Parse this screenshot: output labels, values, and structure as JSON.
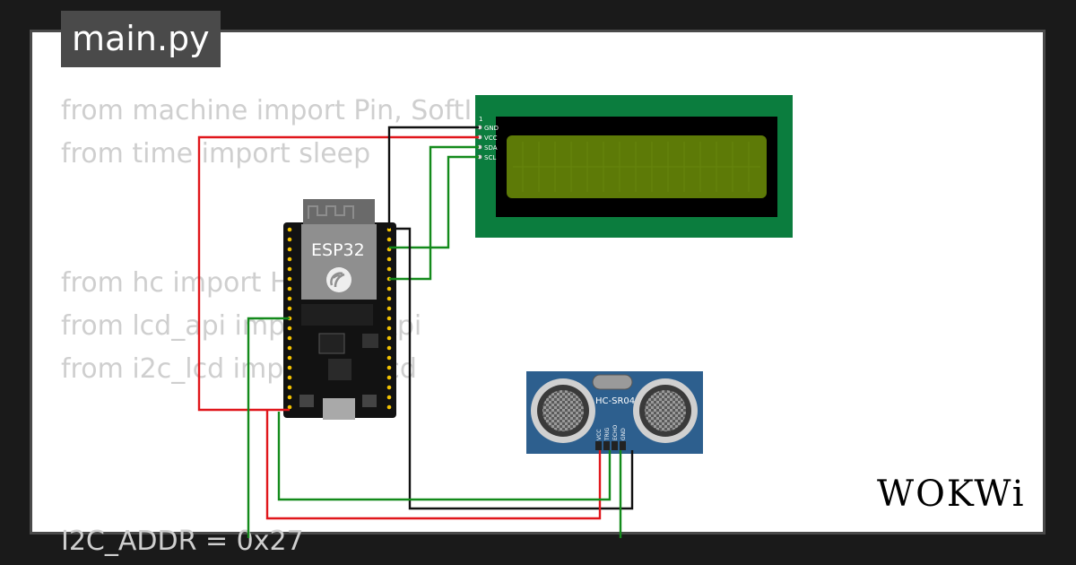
{
  "file_tab": {
    "label": "main.py"
  },
  "code_lines": [
    "from machine import Pin, SoftI",
    "from time import sleep",
    "from hc import HCSR04",
    "from lcd_api import LcdApi",
    "from i2c_lcd import I2cLcd",
    "I2C_ADDR = 0x27"
  ],
  "components": {
    "esp32": {
      "label": "ESP32"
    },
    "lcd": {
      "pins": [
        "1",
        "GND",
        "VCC",
        "SDA",
        "SCL"
      ]
    },
    "sensor": {
      "label": "HC-SR04",
      "pins": [
        "VCC",
        "TRIG",
        "ECHO",
        "GND"
      ]
    }
  },
  "brand": {
    "logo_text": "WOKWi"
  },
  "colors": {
    "background": "#1a1a1a",
    "lcd_board": "#0b7d3e",
    "lcd_screen": "#5d7a07",
    "sensor_board": "#2d5f8e",
    "wire_red": "#e0161b",
    "wire_green": "#138a1b",
    "wire_black": "#111111"
  }
}
